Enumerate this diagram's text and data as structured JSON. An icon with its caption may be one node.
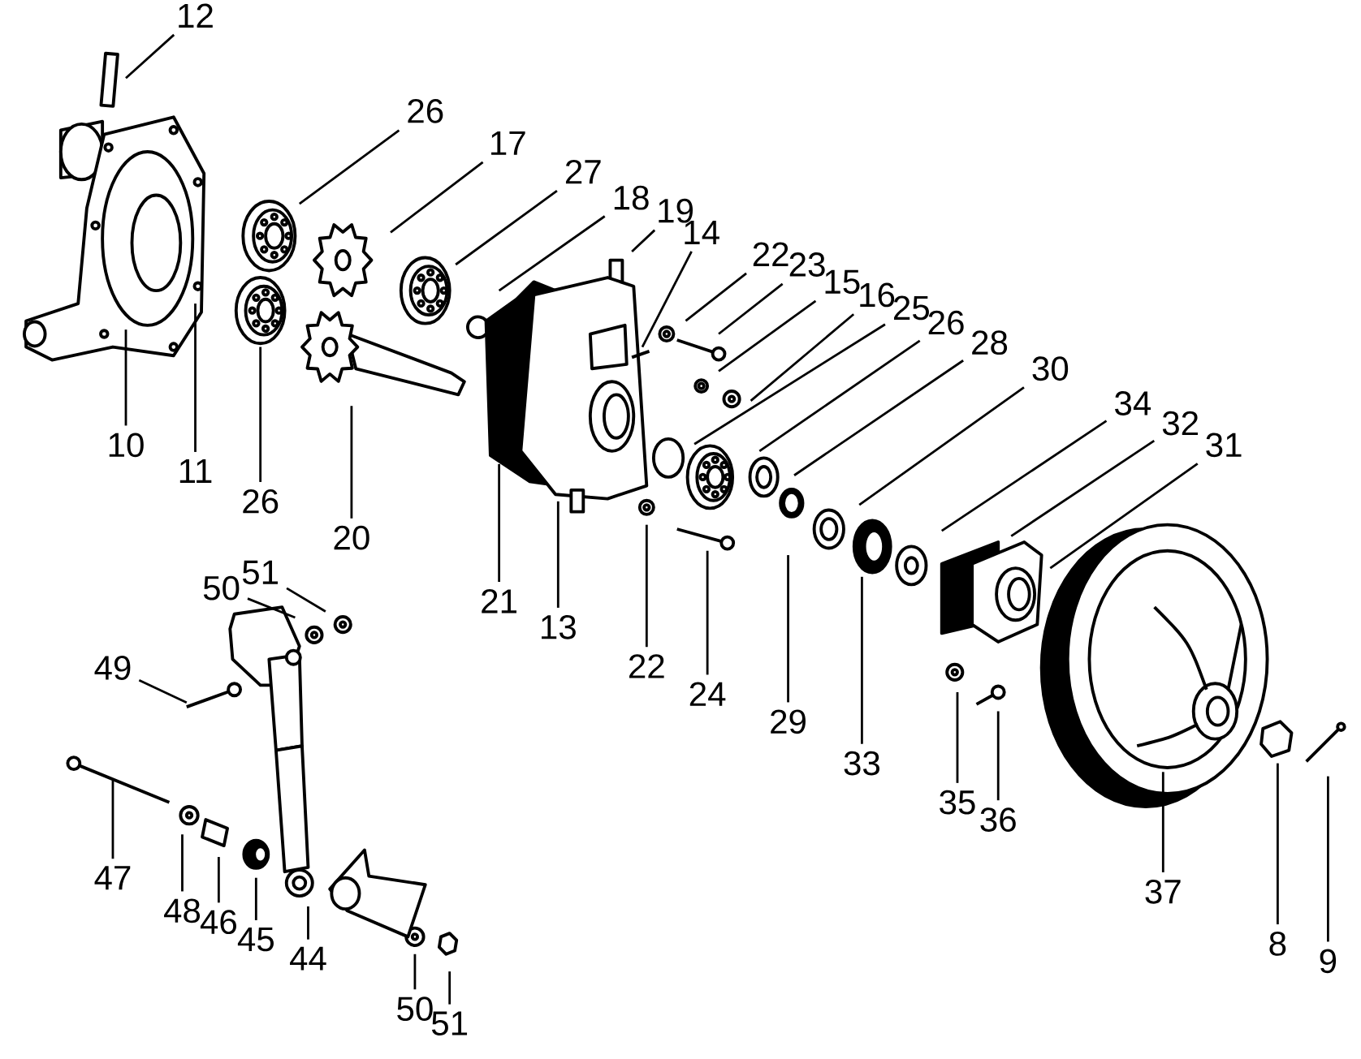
{
  "diagram": {
    "nodes": [
      {
        "text": [
          "12"
        ]
      },
      {
        "text": [
          "26"
        ]
      },
      {
        "text": [
          "17"
        ]
      },
      {
        "text": [
          "27"
        ]
      },
      {
        "text": [
          "18"
        ]
      },
      {
        "text": [
          "19"
        ]
      },
      {
        "text": [
          "14"
        ]
      },
      {
        "text": [
          "22"
        ]
      },
      {
        "text": [
          "23"
        ]
      },
      {
        "text": [
          "15"
        ]
      },
      {
        "text": [
          "16"
        ]
      },
      {
        "text": [
          "25"
        ]
      },
      {
        "text": [
          "26"
        ]
      },
      {
        "text": [
          "28"
        ]
      },
      {
        "text": [
          "30"
        ]
      },
      {
        "text": [
          "34"
        ]
      },
      {
        "text": [
          "32"
        ]
      },
      {
        "text": [
          "31"
        ]
      },
      {
        "text": [
          "10"
        ]
      },
      {
        "text": [
          "11"
        ]
      },
      {
        "text": [
          "26"
        ]
      },
      {
        "text": [
          "20"
        ]
      },
      {
        "text": [
          "21"
        ]
      },
      {
        "text": [
          "13"
        ]
      },
      {
        "text": [
          "22"
        ]
      },
      {
        "text": [
          "24"
        ]
      },
      {
        "text": [
          "29"
        ]
      },
      {
        "text": [
          "33"
        ]
      },
      {
        "text": [
          "35"
        ]
      },
      {
        "text": [
          "36"
        ]
      },
      {
        "text": [
          "37"
        ]
      },
      {
        "text": [
          "8"
        ]
      },
      {
        "text": [
          "9"
        ]
      },
      {
        "text": [
          "51"
        ]
      },
      {
        "text": [
          "50"
        ]
      },
      {
        "text": [
          "49"
        ]
      },
      {
        "text": [
          "47"
        ]
      },
      {
        "text": [
          "48"
        ]
      },
      {
        "text": [
          "46"
        ]
      },
      {
        "text": [
          "45"
        ]
      },
      {
        "text": [
          "44"
        ]
      },
      {
        "text": [
          "50"
        ]
      },
      {
        "text": [
          "51"
        ]
      }
    ],
    "edges": [
      {
        "from": 0,
        "to": null,
        "arrow": "none"
      },
      {
        "from": 1,
        "to": null,
        "arrow": "none"
      },
      {
        "from": 2,
        "to": null,
        "arrow": "none"
      },
      {
        "from": 3,
        "to": null,
        "arrow": "none"
      },
      {
        "from": 4,
        "to": null,
        "arrow": "none"
      },
      {
        "from": 5,
        "to": null,
        "arrow": "none"
      },
      {
        "from": 6,
        "to": null,
        "arrow": "none"
      },
      {
        "from": 7,
        "to": null,
        "arrow": "none"
      },
      {
        "from": 8,
        "to": null,
        "arrow": "none"
      },
      {
        "from": 9,
        "to": null,
        "arrow": "none"
      },
      {
        "from": 10,
        "to": null,
        "arrow": "none"
      },
      {
        "from": 11,
        "to": null,
        "arrow": "none"
      },
      {
        "from": 12,
        "to": null,
        "arrow": "none"
      },
      {
        "from": 13,
        "to": null,
        "arrow": "none"
      },
      {
        "from": 14,
        "to": null,
        "arrow": "none"
      },
      {
        "from": 15,
        "to": null,
        "arrow": "none"
      },
      {
        "from": 16,
        "to": null,
        "arrow": "none"
      },
      {
        "from": 17,
        "to": null,
        "arrow": "none"
      },
      {
        "from": 18,
        "to": null,
        "arrow": "none"
      },
      {
        "from": 19,
        "to": null,
        "arrow": "none"
      },
      {
        "from": 20,
        "to": null,
        "arrow": "none"
      },
      {
        "from": 21,
        "to": null,
        "arrow": "none"
      },
      {
        "from": 22,
        "to": null,
        "arrow": "none"
      },
      {
        "from": 23,
        "to": null,
        "arrow": "none"
      },
      {
        "from": 24,
        "to": null,
        "arrow": "none"
      },
      {
        "from": 25,
        "to": null,
        "arrow": "none"
      },
      {
        "from": 26,
        "to": null,
        "arrow": "none"
      },
      {
        "from": 27,
        "to": null,
        "arrow": "none"
      },
      {
        "from": 28,
        "to": null,
        "arrow": "none"
      },
      {
        "from": 29,
        "to": null,
        "arrow": "none"
      },
      {
        "from": 30,
        "to": null,
        "arrow": "none"
      },
      {
        "from": 31,
        "to": null,
        "arrow": "none"
      },
      {
        "from": 32,
        "to": null,
        "arrow": "none"
      },
      {
        "from": 33,
        "to": null,
        "arrow": "none"
      },
      {
        "from": 34,
        "to": null,
        "arrow": "none"
      },
      {
        "from": 35,
        "to": null,
        "arrow": "none"
      },
      {
        "from": 36,
        "to": null,
        "arrow": "none"
      },
      {
        "from": 37,
        "to": null,
        "arrow": "none"
      },
      {
        "from": 38,
        "to": null,
        "arrow": "none"
      },
      {
        "from": 39,
        "to": null,
        "arrow": "none"
      },
      {
        "from": 40,
        "to": null,
        "arrow": "none"
      },
      {
        "from": 41,
        "to": null,
        "arrow": "none"
      },
      {
        "from": 42,
        "to": null,
        "arrow": "none"
      }
    ]
  }
}
